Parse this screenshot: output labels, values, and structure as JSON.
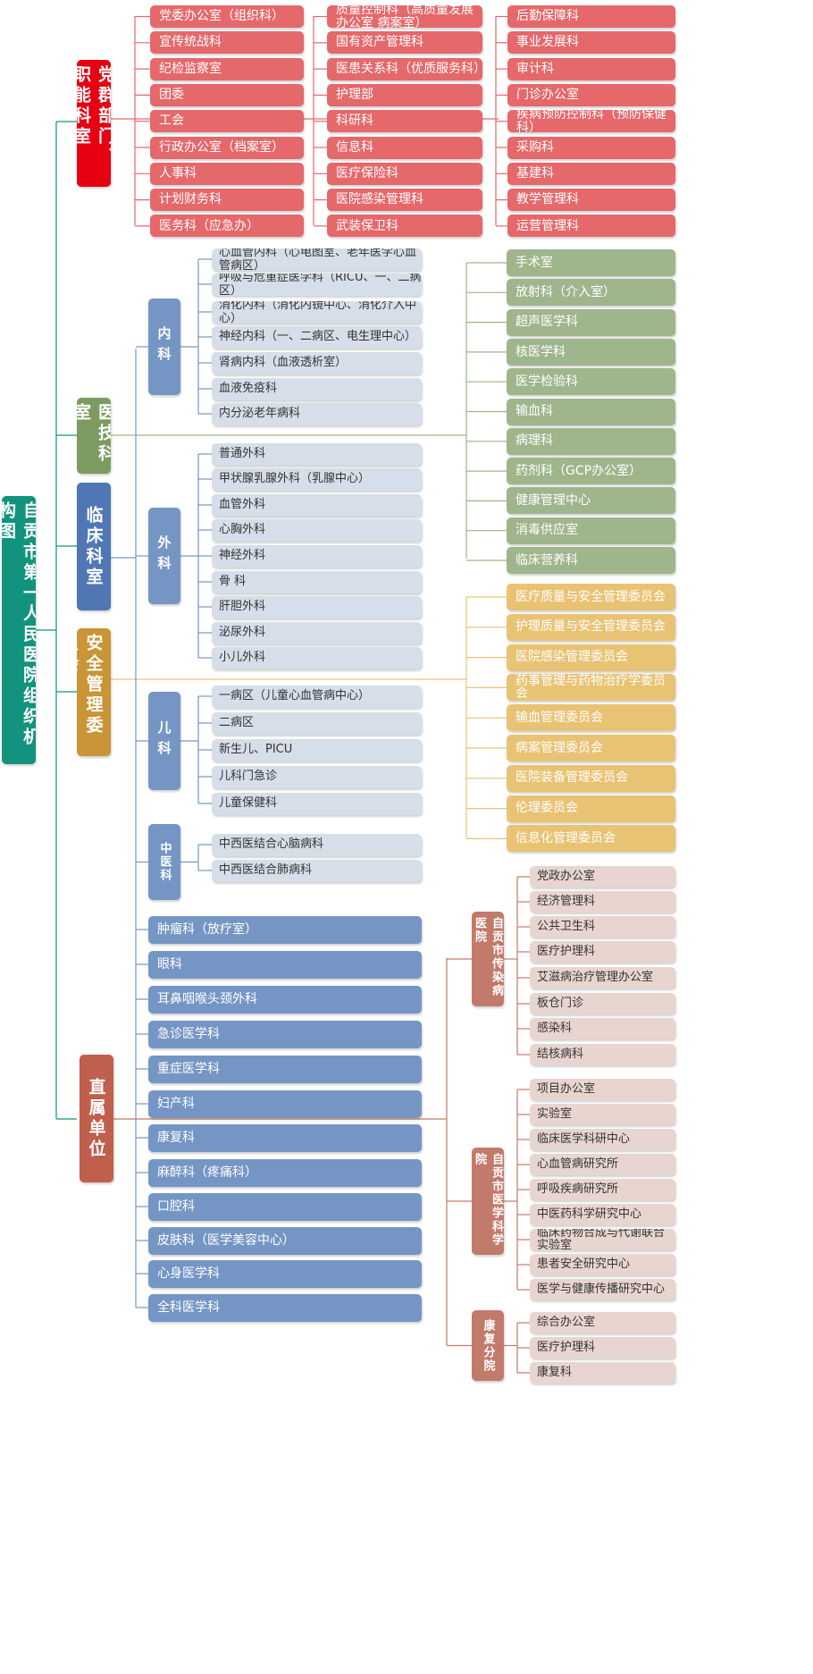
{
  "colors": {
    "root": "#12937D",
    "party": "#E60012",
    "red_box": "#E5686B",
    "yixi": "#7D9B61",
    "green_box": "#9FB58C",
    "clinical": "#4F77B3",
    "blue_box": "#7596C4",
    "light_box": "#D6DEEA",
    "quality": "#C99537",
    "yellow_box": "#E9C374",
    "direct": "#BF5F4C",
    "pink_box": "#C27A6B",
    "pink_light": "#E8D5CF"
  },
  "root": "自贡市第一人民医院组织机构图",
  "departments": {
    "party": "党群部门、职能科室",
    "yixi": "医技科室",
    "clinical": "临床科室",
    "quality": "医院质量与安全管理委员会",
    "direct": "直属单位"
  },
  "party_cols": [
    [
      "党委办公室（组织科）",
      "宣传统战科",
      "纪检监察室",
      "团委",
      "工会",
      "行政办公室（档案室）",
      "人事科",
      "计划财务科",
      "医务科（应急办）"
    ],
    [
      "质量控制科（高质量发展办公室 病案室）",
      "国有资产管理科",
      "医患关系科（优质服务科）",
      "护理部",
      "科研科",
      "信息科",
      "医疗保险科",
      "医院感染管理科",
      "武装保卫科"
    ],
    [
      "后勤保障科",
      "事业发展科",
      "审计科",
      "门诊办公室",
      "疾病预防控制科（预防保健科）",
      "采购科",
      "基建科",
      "教学管理科",
      "运营管理科"
    ]
  ],
  "yixi_items": [
    "手术室",
    "放射科（介入室）",
    "超声医学科",
    "核医学科",
    "医学检验科",
    "输血科",
    "病理科",
    "药剂科（GCP办公室）",
    "健康管理中心",
    "消毒供应室",
    "临床营养科"
  ],
  "quality_items": [
    "医疗质量与安全管理委员会",
    "护理质量与安全管理委员会",
    "医院感染管理委员会",
    "药事管理与药物治疗学委员会",
    "输血管理委员会",
    "病案管理委员会",
    "医院装备管理委员会",
    "伦理委员会",
    "信息化管理委员会"
  ],
  "clinical": {
    "groups": [
      {
        "name": "内科",
        "items": [
          "心血管内科（心电图室、老年医学心血管病区）",
          "呼吸与危重症医学科（RICU、一、二病区）",
          "消化内科（消化内镜中心、消化介入中心）",
          "神经内科（一、二病区、电生理中心）",
          "肾病内科（血液透析室）",
          "血液免疫科",
          "内分泌老年病科"
        ]
      },
      {
        "name": "外科",
        "items": [
          "普通外科",
          "甲状腺乳腺外科（乳腺中心）",
          "血管外科",
          "心胸外科",
          "神经外科",
          "骨 科",
          "肝胆外科",
          "泌尿外科",
          "小儿外科"
        ]
      },
      {
        "name": "儿科",
        "items": [
          "一病区（儿童心血管病中心）",
          "二病区",
          "新生儿、PICU",
          "儿科门急诊",
          "儿童保健科"
        ]
      },
      {
        "name": "中医科",
        "items": [
          "中西医结合心脑病科",
          "中西医结合肺病科"
        ]
      }
    ],
    "others": [
      "肿瘤科（放疗室）",
      "眼科",
      "耳鼻咽喉头颈外科",
      "急诊医学科",
      "重症医学科",
      "妇产科",
      "康复科",
      "麻醉科（疼痛科）",
      "口腔科",
      "皮肤科（医学美容中心）",
      "心身医学科",
      "全科医学科"
    ]
  },
  "direct_units": [
    {
      "name": "自贡市传染病医院",
      "items": [
        "党政办公室",
        "经济管理科",
        "公共卫生科",
        "医疗护理科",
        "艾滋病治疗管理办公室",
        "板仓门诊",
        "感染科",
        "结核病科"
      ]
    },
    {
      "name": "自贡市医学科学院",
      "items": [
        "项目办公室",
        "实验室",
        "临床医学科研中心",
        "心血管病研究所",
        "呼吸疾病研究所",
        "中医药科学研究中心",
        "临床药物合成与代谢联合实验室",
        "患者安全研究中心",
        "医学与健康传播研究中心"
      ]
    },
    {
      "name": "康复分院",
      "items": [
        "综合办公室",
        "医疗护理科",
        "康复科"
      ]
    }
  ]
}
